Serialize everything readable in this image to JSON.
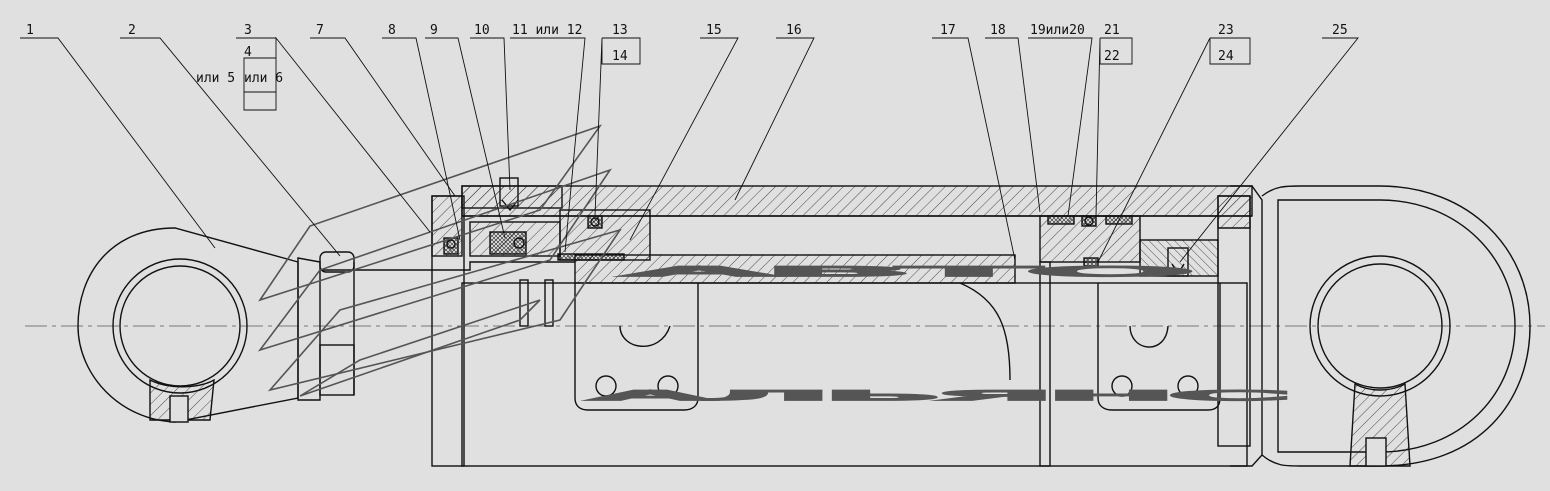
{
  "callouts": [
    {
      "id": "c1",
      "text": "1"
    },
    {
      "id": "c2",
      "text": "2"
    },
    {
      "id": "c3",
      "text": "3"
    },
    {
      "id": "c4",
      "text": "4"
    },
    {
      "id": "c5",
      "text": "или 5"
    },
    {
      "id": "c6",
      "text": "или 6"
    },
    {
      "id": "c7",
      "text": "7"
    },
    {
      "id": "c8",
      "text": "8"
    },
    {
      "id": "c9",
      "text": "9"
    },
    {
      "id": "c10",
      "text": "10"
    },
    {
      "id": "c11",
      "text": "11 или 12"
    },
    {
      "id": "c13",
      "text": "13"
    },
    {
      "id": "c14",
      "text": "14"
    },
    {
      "id": "c15",
      "text": "15"
    },
    {
      "id": "c16",
      "text": "16"
    },
    {
      "id": "c17",
      "text": "17"
    },
    {
      "id": "c18",
      "text": "18"
    },
    {
      "id": "c19",
      "text": "19или20"
    },
    {
      "id": "c21",
      "text": "21"
    },
    {
      "id": "c22",
      "text": "22"
    },
    {
      "id": "c23",
      "text": "23"
    },
    {
      "id": "c24",
      "text": "24"
    },
    {
      "id": "c25",
      "text": "25"
    }
  ],
  "watermark": {
    "line1": "АВТО",
    "line2": "АЛЬЯНС"
  },
  "colors": {
    "background": "#e0e0e0",
    "line": "#111111",
    "watermark": "#555555",
    "hatch": "#222222"
  }
}
